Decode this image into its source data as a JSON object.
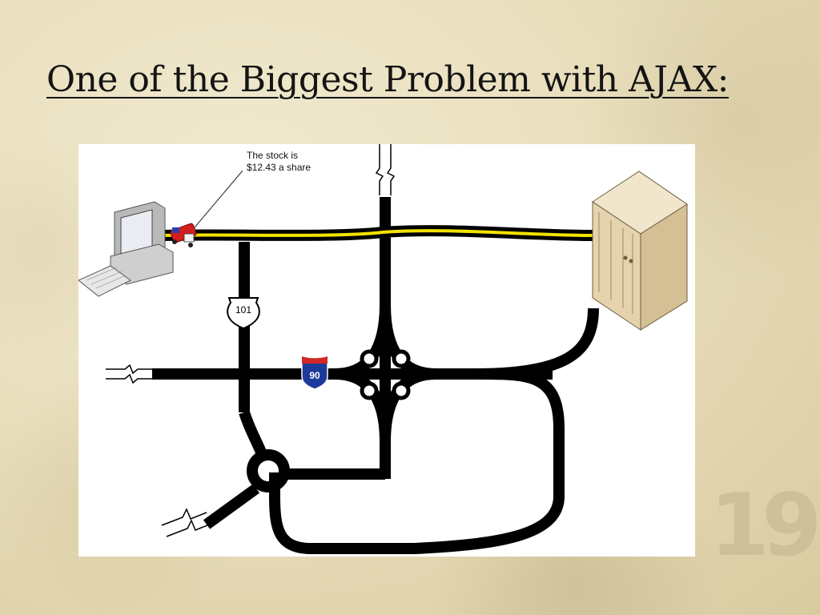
{
  "slide": {
    "title": "One of the Biggest Problem with AJAX:",
    "number": "19"
  },
  "diagram": {
    "callout": {
      "line1": "The stock is",
      "line2": "$12.43 a share"
    },
    "highway_101_label": "101",
    "interstate_90_label": "90",
    "icons": [
      "computer-icon",
      "server-tower-icon",
      "car-icon",
      "highway-101-shield-icon",
      "interstate-90-shield-icon"
    ],
    "colors": {
      "road": "#000000",
      "highlighted_route": "#f2e200",
      "interstate_blue": "#1d3a9a",
      "interstate_red": "#d32626",
      "car": "#d21e1e"
    }
  }
}
